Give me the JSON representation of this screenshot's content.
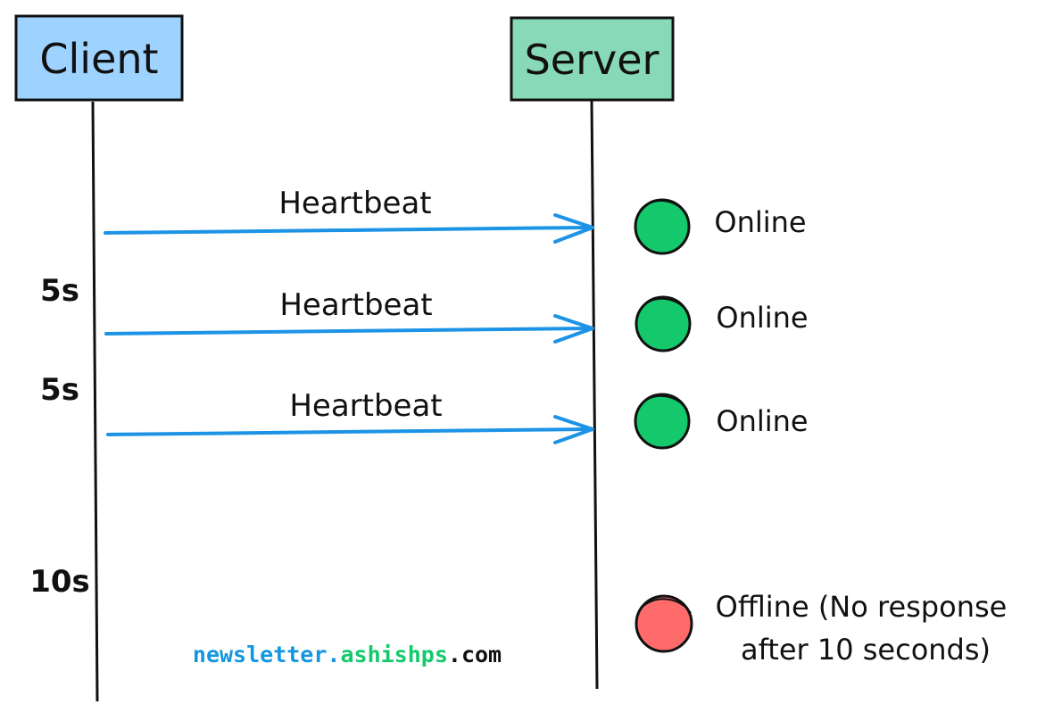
{
  "actors": {
    "client": {
      "label": "Client",
      "fill": "#9fd3ff"
    },
    "server": {
      "label": "Server",
      "fill": "#88d9b7"
    }
  },
  "messages": [
    {
      "label": "Heartbeat"
    },
    {
      "label": "Heartbeat"
    },
    {
      "label": "Heartbeat"
    }
  ],
  "intervals": [
    "5s",
    "5s",
    "10s"
  ],
  "statuses": [
    {
      "label": "Online",
      "color": "#14c96b",
      "icon": "status-dot-icon"
    },
    {
      "label": "Online",
      "color": "#14c96b",
      "icon": "status-dot-icon"
    },
    {
      "label": "Online",
      "color": "#14c96b",
      "icon": "status-dot-icon"
    },
    {
      "label_line1": "Offline (No response",
      "label_line2": "after 10 seconds)",
      "color": "#ff6b6b",
      "icon": "status-dot-icon"
    }
  ],
  "footer": {
    "part1": "newsletter.",
    "part2": "ashishps",
    "part3": ".com",
    "color1": "#1396df",
    "color2": "#14c96b",
    "color3": "#111111"
  },
  "colors": {
    "arrow": "#1d93e6",
    "line": "#111111"
  }
}
